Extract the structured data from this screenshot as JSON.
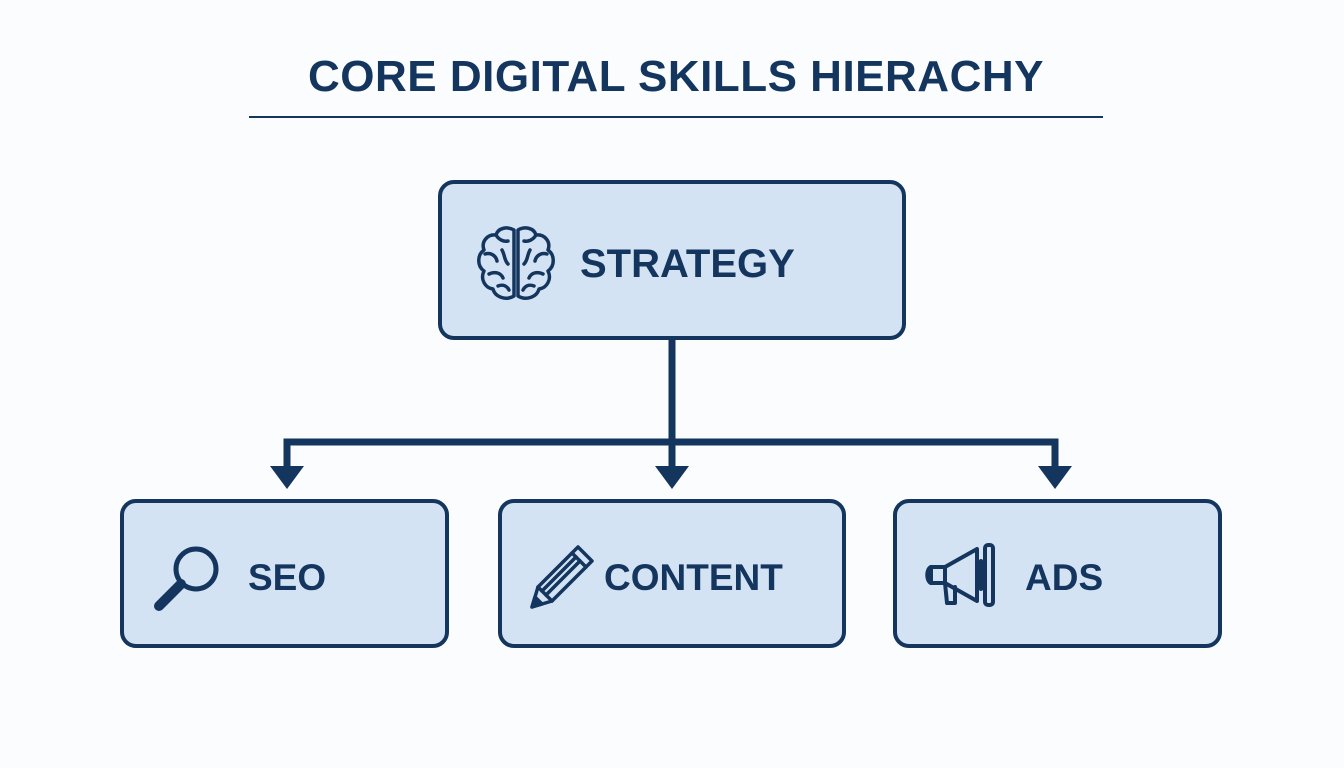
{
  "diagram": {
    "title": "CORE DIGITAL SKILLS HIERACHY",
    "root": {
      "label": "STRATEGY",
      "icon": "brain-icon"
    },
    "children": [
      {
        "label": "SEO",
        "icon": "magnifying-glass-icon"
      },
      {
        "label": "CONTENT",
        "icon": "pencil-icon"
      },
      {
        "label": "ADS",
        "icon": "megaphone-icon"
      }
    ]
  },
  "colors": {
    "primary": "#14365e",
    "node_fill": "#d3e3f4",
    "background": "#fbfcfd"
  }
}
